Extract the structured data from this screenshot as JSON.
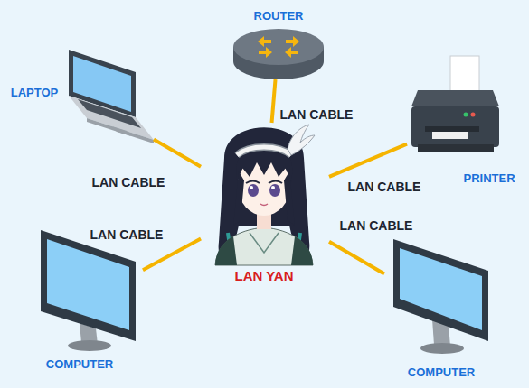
{
  "diagram": {
    "nodes": [
      {
        "text": [
          "ROUTER"
        ]
      },
      {
        "text": [
          "LAPTOP"
        ]
      },
      {
        "text": [
          "PRINTER"
        ]
      },
      {
        "text": [
          "LAN YAN"
        ]
      },
      {
        "text": [
          "COMPUTER"
        ]
      },
      {
        "text": [
          "COMPUTER"
        ]
      }
    ],
    "edges": [
      {
        "from": 3,
        "to": 0,
        "arrow": "none",
        "label": "LAN CABLE"
      },
      {
        "from": 3,
        "to": 1,
        "arrow": "none",
        "label": "LAN CABLE"
      },
      {
        "from": 3,
        "to": 2,
        "arrow": "none",
        "label": "LAN CABLE"
      },
      {
        "from": 3,
        "to": 4,
        "arrow": "none",
        "label": "LAN CABLE"
      },
      {
        "from": 3,
        "to": 5,
        "arrow": "none",
        "label": "LAN CABLE"
      }
    ]
  }
}
